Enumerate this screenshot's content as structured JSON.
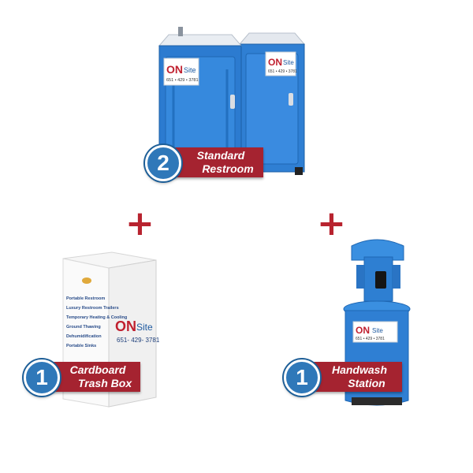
{
  "product_1": {
    "quantity": "2",
    "label_line1": "Standard",
    "label_line2": "Restroom",
    "brand_on": "ON",
    "brand_site": "Site",
    "phone": "651 • 429 • 3781"
  },
  "product_2": {
    "quantity": "1",
    "label_line1": "Cardboard",
    "label_line2": "Trash Box",
    "brand_on": "ON",
    "brand_site": "Site",
    "phone": "651- 429- 3781",
    "services": [
      "Portable Restroom",
      "Luxury Restroom Trailers",
      "Temporary Heating & Cooling",
      "Ground Thawing",
      "Dehumidification",
      "Portable Sinks"
    ]
  },
  "product_3": {
    "quantity": "1",
    "label_line1": "Handwash",
    "label_line2": "Station",
    "brand_on": "ON",
    "brand_site": "Site",
    "phone": "651 • 429 • 3781"
  },
  "plus_symbol": "+",
  "colors": {
    "badge_blue": "#2f78b9",
    "ribbon_red": "#a52330",
    "plus_red": "#b8232f",
    "unit_blue": "#2d7fd0"
  }
}
